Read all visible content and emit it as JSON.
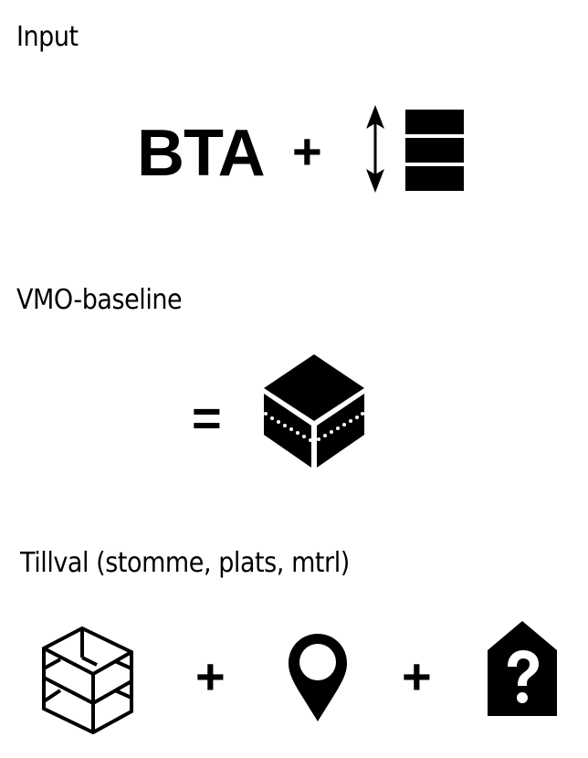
{
  "sections": [
    {
      "heading": "Input",
      "items": [
        {
          "type": "text",
          "label": "BTA"
        },
        {
          "type": "operator",
          "label": "+"
        },
        {
          "type": "icon",
          "icon": "height-arrow-icon"
        },
        {
          "type": "icon",
          "icon": "floors-stack-icon"
        }
      ]
    },
    {
      "heading": "VMO-baseline",
      "items": [
        {
          "type": "operator",
          "label": "="
        },
        {
          "type": "icon",
          "icon": "solid-cube-icon"
        }
      ]
    },
    {
      "heading": "Tillval (stomme, plats, mtrl)",
      "items": [
        {
          "type": "icon",
          "icon": "frame-structure-icon"
        },
        {
          "type": "operator",
          "label": "+"
        },
        {
          "type": "icon",
          "icon": "location-pin-icon"
        },
        {
          "type": "operator",
          "label": "+"
        },
        {
          "type": "icon",
          "icon": "house-question-icon"
        }
      ]
    }
  ],
  "colors": {
    "foreground": "#000000",
    "background": "#ffffff"
  }
}
